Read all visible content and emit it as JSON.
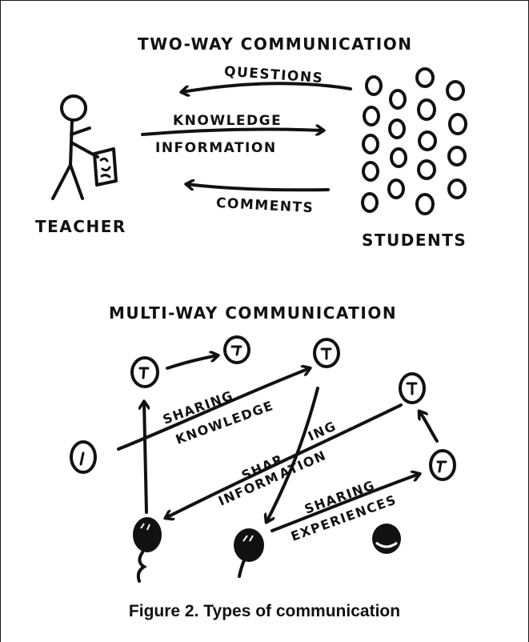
{
  "two_way": {
    "title": "TWO-WAY COMMUNICATION",
    "teacher_label": "TEACHER",
    "students_label": "STUDENTS",
    "arrow_questions": "QUESTIONS",
    "arrow_knowledge": "KNOWLEDGE",
    "arrow_information": "INFORMATION",
    "arrow_comments": "COMMENTS"
  },
  "multi_way": {
    "title": "MULTI-WAY COMMUNICATION",
    "sharing_knowledge_1": "SHARING",
    "sharing_knowledge_2": "KNOWLEDGE",
    "sharing_information_1": "SHAR",
    "sharing_information_2": "ING",
    "sharing_information_3": "INFORM",
    "sharing_information_4": "ATION",
    "sharing_experiences_1": "SHARING",
    "sharing_experiences_2": "EXPERIENCES"
  },
  "caption": "Figure 2.  Types of communication"
}
